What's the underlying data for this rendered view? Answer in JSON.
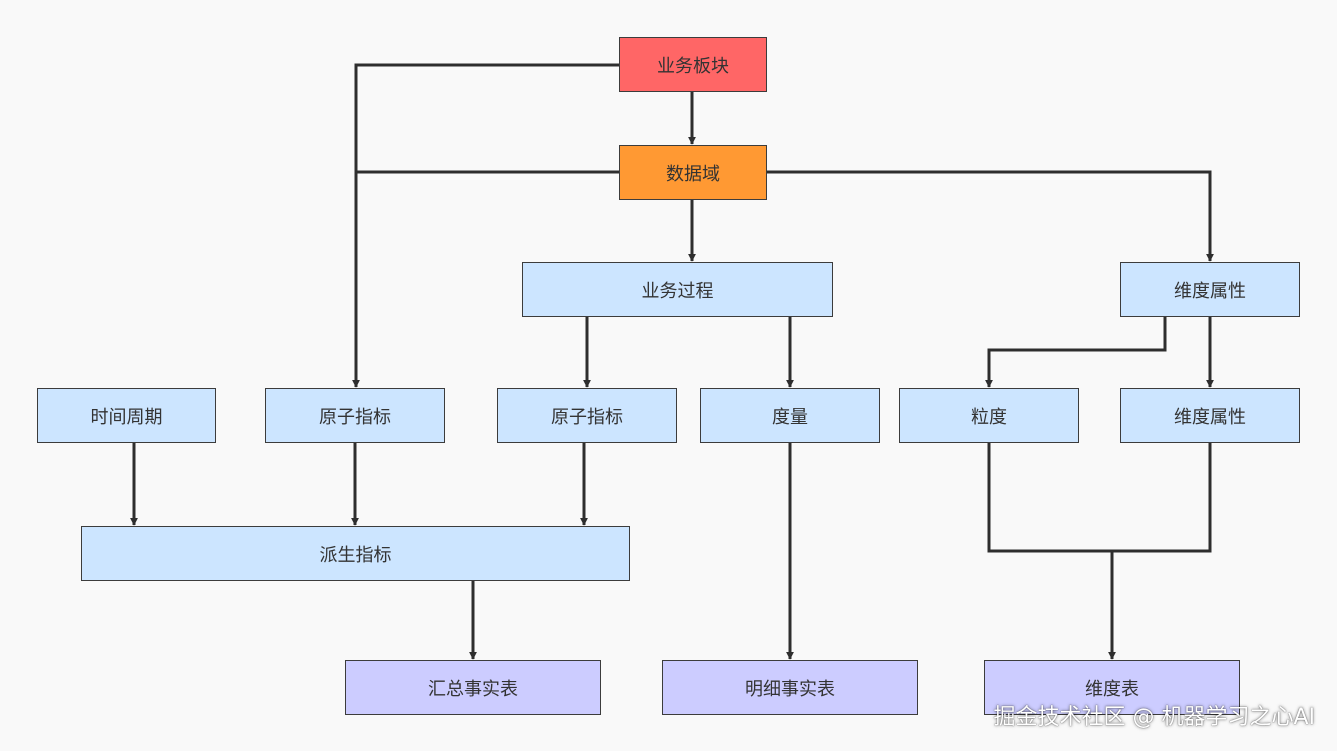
{
  "colors": {
    "line": "#2e2e2e",
    "business_block": "#ff6666",
    "data_domain": "#ff9933",
    "intermediate": "#cce5ff",
    "output_table": "#ccccff"
  },
  "nodes": {
    "business_block": "业务板块",
    "data_domain": "数据域",
    "business_process": "业务过程",
    "dimension_attribute_top": "维度属性",
    "time_period": "时间周期",
    "atomic_metric_left": "原子指标",
    "atomic_metric_right": "原子指标",
    "measure": "度量",
    "granularity": "粒度",
    "dimension_attribute_bottom": "维度属性",
    "derived_metric": "派生指标",
    "summary_fact_table": "汇总事实表",
    "detail_fact_table": "明细事实表",
    "dimension_table": "维度表"
  },
  "watermark": "掘金技术社区 @ 机器学习之心AI"
}
